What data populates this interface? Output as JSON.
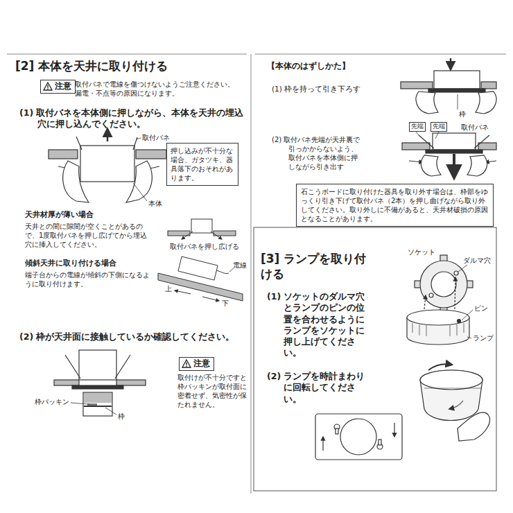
{
  "diagram": {
    "nodes": [
      {
        "text": [
          "注意"
        ]
      },
      {
        "text": [
          "押し込みが不十分な場合、ガタツキ、器具落下のおそれがあります。"
        ]
      },
      {
        "text": [
          "注意"
        ]
      },
      {
        "text": [
          "先端"
        ]
      },
      {
        "text": [
          "先端"
        ]
      },
      {
        "text": [
          "石こうボードに取り付けた器具を取り外す場合は、枠部をゆっくり引き下げて取付バネ（2本）を押し曲げながら取り外してください。取り外しに不備があると、天井材破損の原因となることがあります。"
        ]
      }
    ],
    "labels": [
      "[2] 本体を天井に取り付ける",
      "取付バネで電線を傷つけないようご注意ください。 漏電・不点等の原因になります。",
      "(1) 取付バネを本体側に押しながら、本体を天井の埋込穴に押し込んでください。",
      "取付バネ",
      "本体",
      "天井材厚が薄い場合",
      "天井との間に隙間が空くことがあるので、1度取付バネを押し広げてから埋込穴に挿入してください。",
      "取付バネを押し広げる",
      "傾斜天井に取り付ける場合",
      "端子台からの電線が傾斜の下側になるように取り付けます。",
      "電線",
      "上",
      "下",
      "(2) 枠が天井面に接触しているか確認してください。",
      "枠パッキン",
      "枠",
      "取付けが不十分ですと枠パッキンが取付面に密着せず、気密性が保たれません。",
      "【本体のはずしかた】",
      "(1) 枠を持って引き下ろす",
      "枠",
      "(2) 取付バネ先端が天井裏で引っかからないよう、取付バネを本体側に押しながら引き出す",
      "取付バネ",
      "[3] ランプを取り付ける",
      "(1) ソケットのダルマ穴とランプのピンの位置を合わせるようにランプをソケットに押し上げてください。",
      "ソケット",
      "ダルマ穴",
      "ピン",
      "ランプ",
      "(2) ランプを時計まわりに回転してください。"
    ]
  }
}
